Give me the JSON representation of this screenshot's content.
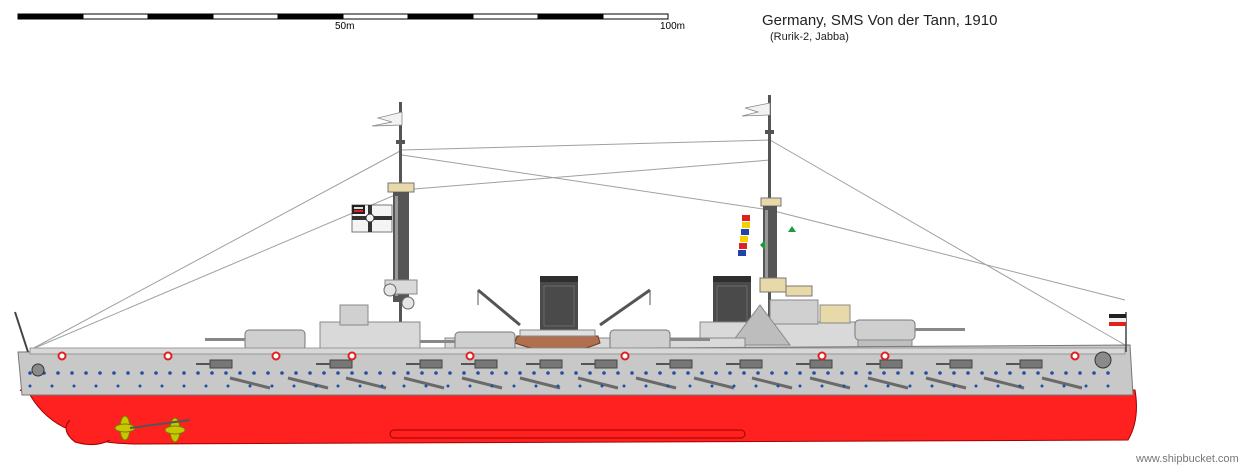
{
  "scale": {
    "label_50": "50m",
    "label_100": "100m",
    "segments": 10
  },
  "header": {
    "title": "Germany, SMS Von der Tann, 1910",
    "subtitle": "(Rurik-2, Jabba)"
  },
  "footer": {
    "credit": "www.shipbucket.com"
  },
  "colors": {
    "background": "#ffffff",
    "hull_upper": "#c8c8c8",
    "hull_lower": "#ff2020",
    "superstructure": "#d9d9d9",
    "funnel": "#4a4a4a",
    "deck_buff": "#e8d9a8",
    "porthole": "#1f4fa8",
    "propeller": "#c8c800",
    "boat": "#b07050"
  },
  "icons": {
    "naval_ensign": "war-ensign-icon",
    "jack_flag": "imperial-flag-icon",
    "life_ring": "life-ring-icon",
    "signal_flags": "signal-flags-icon"
  }
}
